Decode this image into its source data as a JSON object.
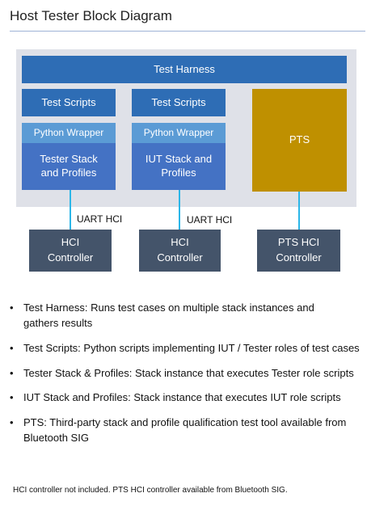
{
  "title": "Host Tester Block Diagram",
  "diagram": {
    "harness": "Test Harness",
    "columns": [
      {
        "scripts": "Test Scripts",
        "wrapper": "Python Wrapper",
        "stack_line1": "Tester Stack",
        "stack_line2": "and Profiles",
        "link_label": "UART HCI",
        "controller_line1": "HCI",
        "controller_line2": "Controller"
      },
      {
        "scripts": "Test Scripts",
        "wrapper": "Python Wrapper",
        "stack_line1": "IUT Stack and",
        "stack_line2": "Profiles",
        "link_label": "UART HCI",
        "controller_line1": "HCI",
        "controller_line2": "Controller"
      }
    ],
    "pts": "PTS",
    "pts_controller_line1": "PTS HCI",
    "pts_controller_line2": "Controller",
    "colors": {
      "harness": "#2e6db5",
      "wrapper": "#5b9bd5",
      "stack": "#4472c4",
      "pts": "#bf9000",
      "controller": "#44546a",
      "connector": "#2bb6e8",
      "panel": "#dfe1e8"
    }
  },
  "bullets": [
    "Test Harness: Runs test cases on multiple stack instances and gathers results",
    "Test Scripts: Python scripts implementing IUT / Tester roles of test cases",
    "Tester Stack & Profiles: Stack instance that executes Tester role scripts",
    "IUT Stack and Profiles: Stack instance that executes IUT role scripts",
    "PTS: Third-party stack and profile qualification test tool available from Bluetooth SIG"
  ],
  "bullet_glyph": "•",
  "footnote": "HCI controller not included. PTS HCI controller available from Bluetooth SIG."
}
